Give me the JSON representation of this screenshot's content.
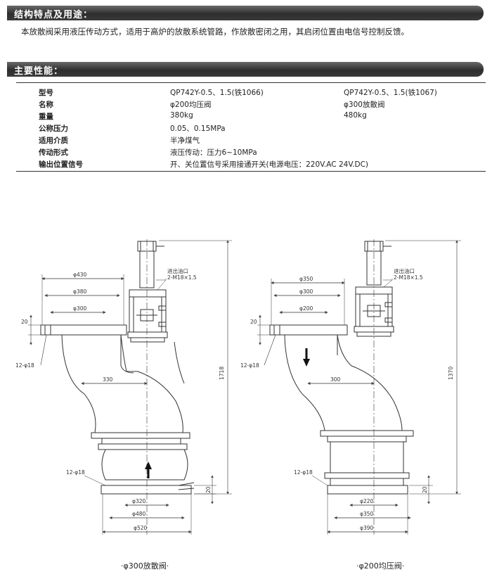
{
  "section1": {
    "title": "结构特点及用途："
  },
  "intro": "本放散阀采用液压传动方式，适用于高炉的放散系统管路，作放散密闭之用，其启闭位置由电信号控制反馈。",
  "section2": {
    "title": "主要性能："
  },
  "specs": {
    "rows": [
      {
        "label": "型号",
        "v1": "QP742Y-0.5、1.5(铁1066)",
        "v2": "QP742Y-0.5、1.5(铁1067)"
      },
      {
        "label": "名称",
        "v1": "φ200均压阀",
        "v2": "φ300放散阀"
      },
      {
        "label": "重量",
        "v1": "380kg",
        "v2": "480kg"
      },
      {
        "label": "公称压力",
        "v1": "0.05、0.15MPa",
        "v2": ""
      },
      {
        "label": "适用介质",
        "v1": "半净煤气",
        "v2": ""
      },
      {
        "label": "传动形式",
        "v1": "液压传动：压力6~10MPa",
        "v2": ""
      },
      {
        "label": "输出位置信号",
        "v1": "开、关位置信号采用接通开关(电源电压：220V.AC  24V.DC)",
        "v2": ""
      }
    ]
  },
  "drawing_left": {
    "dims": {
      "d_top_outer": "φ430",
      "d_top_mid": "φ380",
      "d_top_inner": "φ300",
      "h_flange": "20",
      "bolts_top": "12-φ18",
      "offset": "330",
      "height": "1718",
      "port_label": "进出油口",
      "port_thread": "2-M18×1.5",
      "bolts_bottom": "12-φ18",
      "h_bottom": "20",
      "d_bot_inner": "φ320",
      "d_bot_mid": "φ480",
      "d_bot_outer": "φ520"
    },
    "caption": "·φ300放散阀·"
  },
  "drawing_right": {
    "dims": {
      "d_top_outer": "φ350",
      "d_top_mid": "φ300",
      "d_top_inner": "φ200",
      "h_flange": "20",
      "bolts_top": "12-φ18",
      "offset": "300",
      "height": "1370",
      "port_label": "进出油口",
      "port_thread": "2-M18×1.5",
      "bolts_bottom": "12-φ18",
      "h_bottom": "20",
      "d_bot_inner": "φ220",
      "d_bot_mid": "φ350",
      "d_bot_outer": "φ390"
    },
    "caption": "·φ200均压阀·"
  }
}
